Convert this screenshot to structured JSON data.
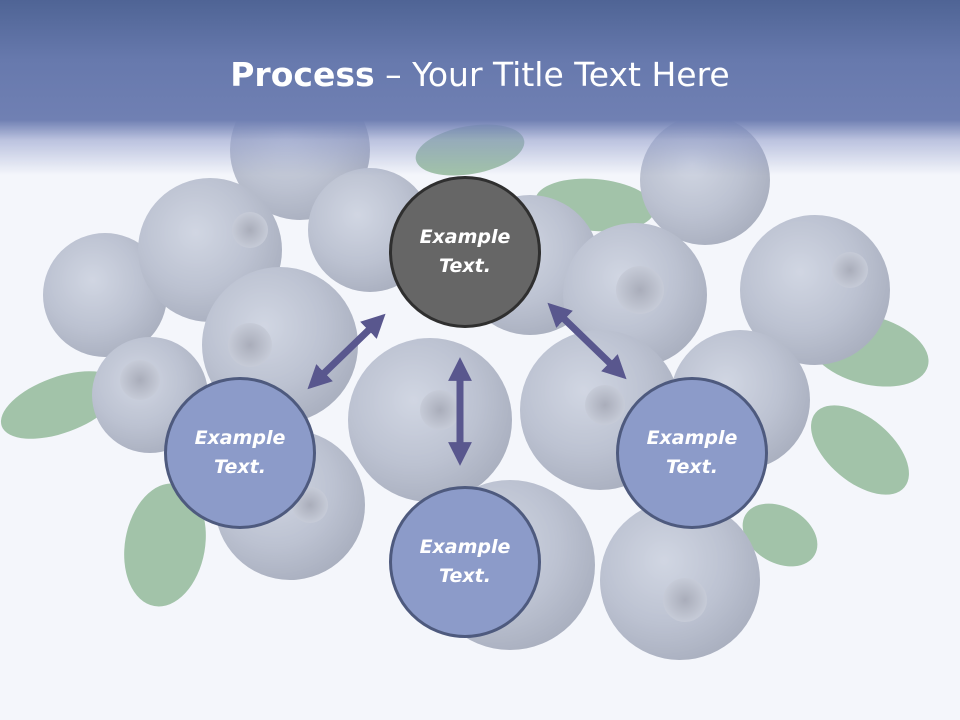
{
  "title": {
    "bold": "Process",
    "rest": " – Your Title Text Here"
  },
  "nodes": {
    "center": {
      "line1": "Example",
      "line2": "Text."
    },
    "left": {
      "line1": "Example",
      "line2": "Text."
    },
    "bottom": {
      "line1": "Example",
      "line2": "Text."
    },
    "right": {
      "line1": "Example",
      "line2": "Text."
    }
  },
  "colors": {
    "header": "#6779ad",
    "center_node": "#666666",
    "outer_node": "#8c9bc9",
    "arrow": "#59578e",
    "berry": "#7d879f",
    "leaf": "#5f9a66"
  }
}
